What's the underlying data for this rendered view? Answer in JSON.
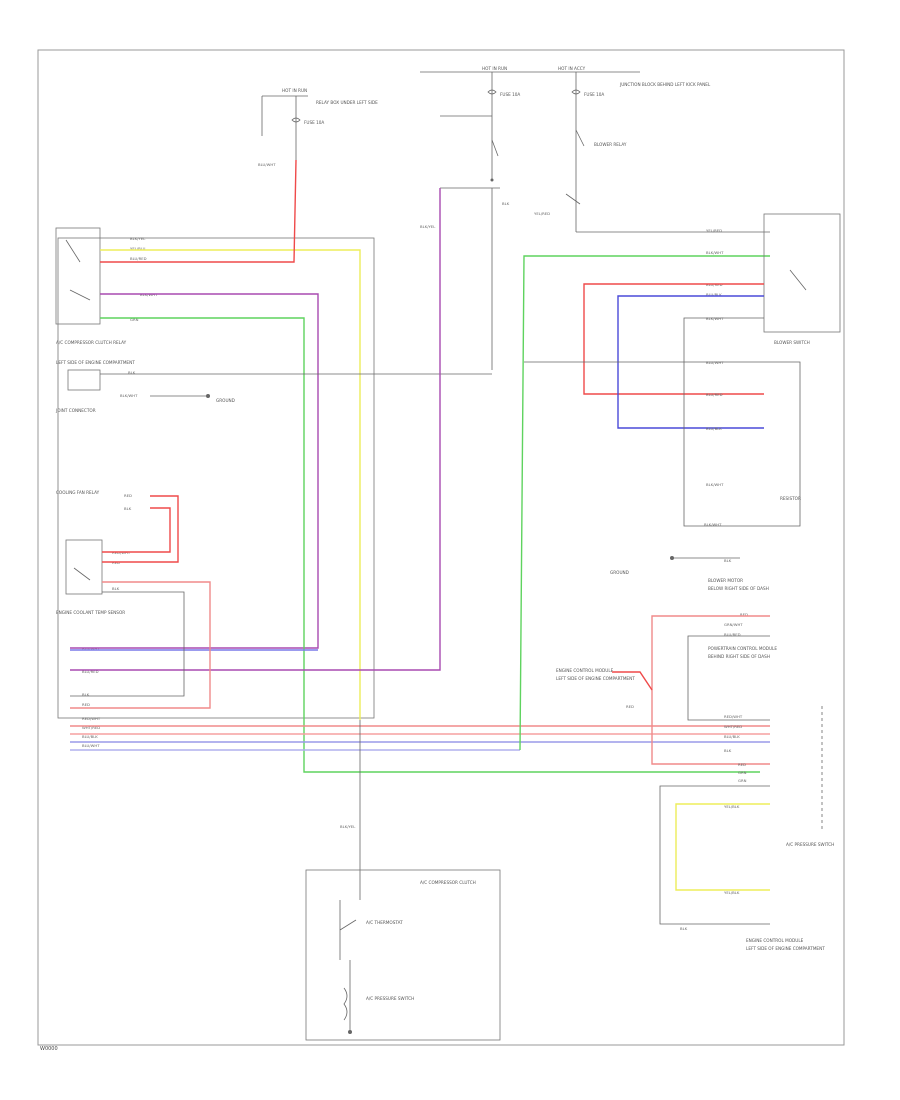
{
  "colors": {
    "red": "#ef4a4a",
    "pink": "#f08a8a",
    "yellow": "#eded5a",
    "green": "#5fd35f",
    "purple": "#a84ab0",
    "blue": "#4a4ad8",
    "gray": "#7a7a7a"
  },
  "labels": {
    "hot_run_top": "HOT IN RUN",
    "fuse_top": "FUSE 10A",
    "hot_run_left": "HOT IN RUN",
    "fuse_left": "FUSE 10A",
    "hot_accy": "HOT IN ACCY",
    "fuse_right": "FUSE 10A",
    "fuse_block_left": "RELAY BOX UNDER LEFT SIDE",
    "fuse_block_right": "JUNCTION BLOCK BEHIND LEFT KICK PANEL",
    "blower_relay": "BLOWER RELAY",
    "blower_switch": "BLOWER SWITCH",
    "ac_comp_relay": "A/C COMPRESSOR CLUTCH RELAY",
    "relay_sub": "LEFT SIDE OF ENGINE COMPARTMENT",
    "ground_a": "GROUND",
    "joint_conn": "JOINT CONNECTOR",
    "cooling_fan_relay": "COOLING FAN RELAY",
    "engine_coolant": "ENGINE COOLANT TEMP SENSOR",
    "resistor": "RESISTOR",
    "blower_motor": "BLOWER MOTOR",
    "blower_motor_sub": "BELOW RIGHT SIDE OF DASH",
    "ac_comp": "A/C COMPRESSOR CLUTCH",
    "ac_thermo": "A/C THERMOSTAT",
    "ac_pressure": "A/C PRESSURE SWITCH",
    "powertrain": "POWERTRAIN CONTROL MODULE",
    "pcm_sub": "BEHIND RIGHT SIDE OF DASH",
    "engine_ctrl": "ENGINE CONTROL MODULE",
    "engine_ctrl_sub": "LEFT SIDE OF ENGINE COMPARTMENT",
    "figure_id": "W0000"
  },
  "wires": {
    "blk_yel": "BLK/YEL",
    "yel_red": "YEL/RED",
    "blu_red": "BLU/RED",
    "wht_red": "WHT/RED",
    "grn": "GRN",
    "blk": "BLK",
    "red": "RED",
    "red_wht": "RED/WHT",
    "blu_wht": "BLU/WHT",
    "blu_blk": "BLU/BLK",
    "yel_blk": "YEL/BLK",
    "grn_wht": "GRN/WHT",
    "blk_wht": "BLK/WHT",
    "yel_blu": "YEL/BLU"
  }
}
